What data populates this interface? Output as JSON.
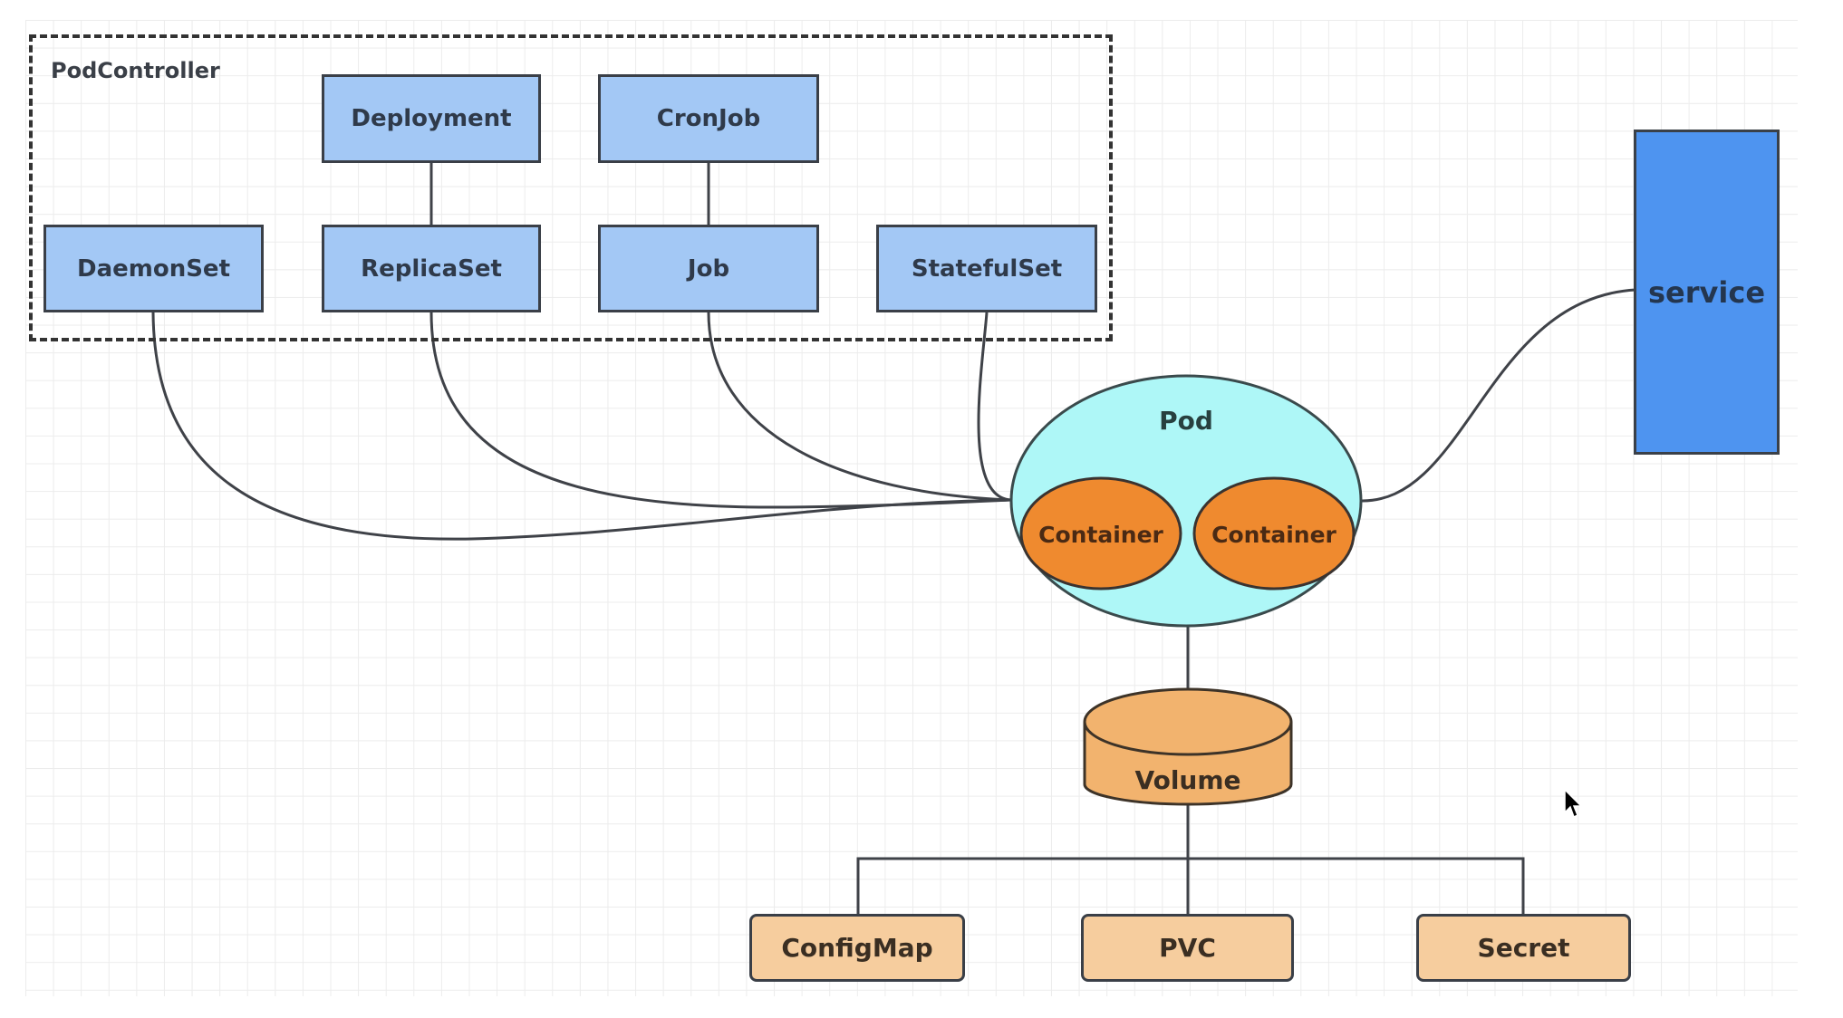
{
  "diagram": {
    "controller_group": {
      "label": "PodController",
      "items": [
        {
          "id": "deployment",
          "label": "Deployment"
        },
        {
          "id": "cronjob",
          "label": "CronJob"
        },
        {
          "id": "daemonset",
          "label": "DaemonSet"
        },
        {
          "id": "replicaset",
          "label": "ReplicaSet"
        },
        {
          "id": "job",
          "label": "Job"
        },
        {
          "id": "statefulset",
          "label": "StatefulSet"
        }
      ]
    },
    "pod": {
      "label": "Pod",
      "containers": [
        "Container",
        "Container"
      ]
    },
    "service": {
      "label": "service"
    },
    "volume": {
      "label": "Volume"
    },
    "volume_types": [
      "ConfigMap",
      "PVC",
      "Secret"
    ],
    "edges": [
      [
        "Deployment",
        "ReplicaSet"
      ],
      [
        "CronJob",
        "Job"
      ],
      [
        "DaemonSet",
        "Pod"
      ],
      [
        "ReplicaSet",
        "Pod"
      ],
      [
        "Job",
        "Pod"
      ],
      [
        "StatefulSet",
        "Pod"
      ],
      [
        "Pod",
        "service"
      ],
      [
        "Pod",
        "Volume"
      ],
      [
        "Volume",
        "ConfigMap"
      ],
      [
        "Volume",
        "PVC"
      ],
      [
        "Volume",
        "Secret"
      ]
    ],
    "colors": {
      "controller_fill": "#a3c8f5",
      "pod_fill": "#aef7f7",
      "container_fill": "#ef8a2f",
      "service_fill": "#4e94f0",
      "volume_fill": "#f2b36e",
      "resource_fill": "#f6cd9e",
      "stroke": "#3a3f47"
    }
  }
}
